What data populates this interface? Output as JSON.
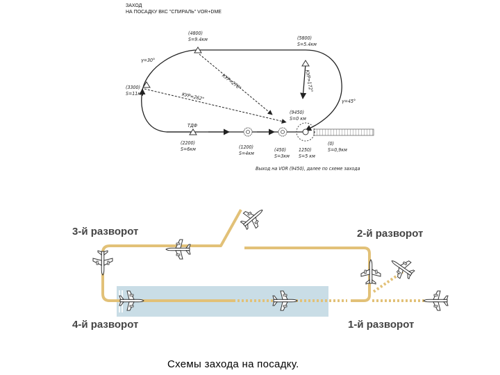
{
  "top_diagram": {
    "header_line1": "ЗАХОД",
    "header_line2": "НА ПОСАДКУ ВКС \"СПИРАЛЬ\"   VOR+DME",
    "wp_top_alt": "(4800)",
    "wp_top_dist": "S=9.4км",
    "wp_right_alt": "(5800)",
    "wp_right_dist": "S=5.4км",
    "wp_left_alt": "(3300)",
    "wp_left_dist": "S=11км",
    "wp_bottomleft_alt": "(2200)",
    "wp_bottomleft_dist": "S=6км",
    "wp_tdf": "ТДФ",
    "wp_1200_alt": "(1200)",
    "wp_1200_dist": "S=4км",
    "wp_450_alt": "(450)",
    "wp_450_dist": "S=3км",
    "wp_1250_alt": "1250)",
    "wp_1250_dist": "S=5 км",
    "wp_9450_alt": "(9450)",
    "wp_9450_dist": "S=0 км",
    "wp_end_alt": "(0)",
    "wp_end_dist": "S=0,9км",
    "gamma_left": "γ=30°",
    "gamma_right": "γ=45°",
    "course_1": "КУР=270°",
    "course_2": "КУР=262°",
    "course_3": "КУР=172°",
    "note": "Выход на VOR (9450), далее по схеме захода"
  },
  "bottom_diagram": {
    "turn_1": "1-й разворот",
    "turn_2": "2-й разворот",
    "turn_3": "3-й разворот",
    "turn_4": "4-й разворот",
    "colors": {
      "path": "#e2c178",
      "runway": "#c9dde6",
      "plane": "#ffffff"
    }
  },
  "caption": "Схемы захода на посадку."
}
